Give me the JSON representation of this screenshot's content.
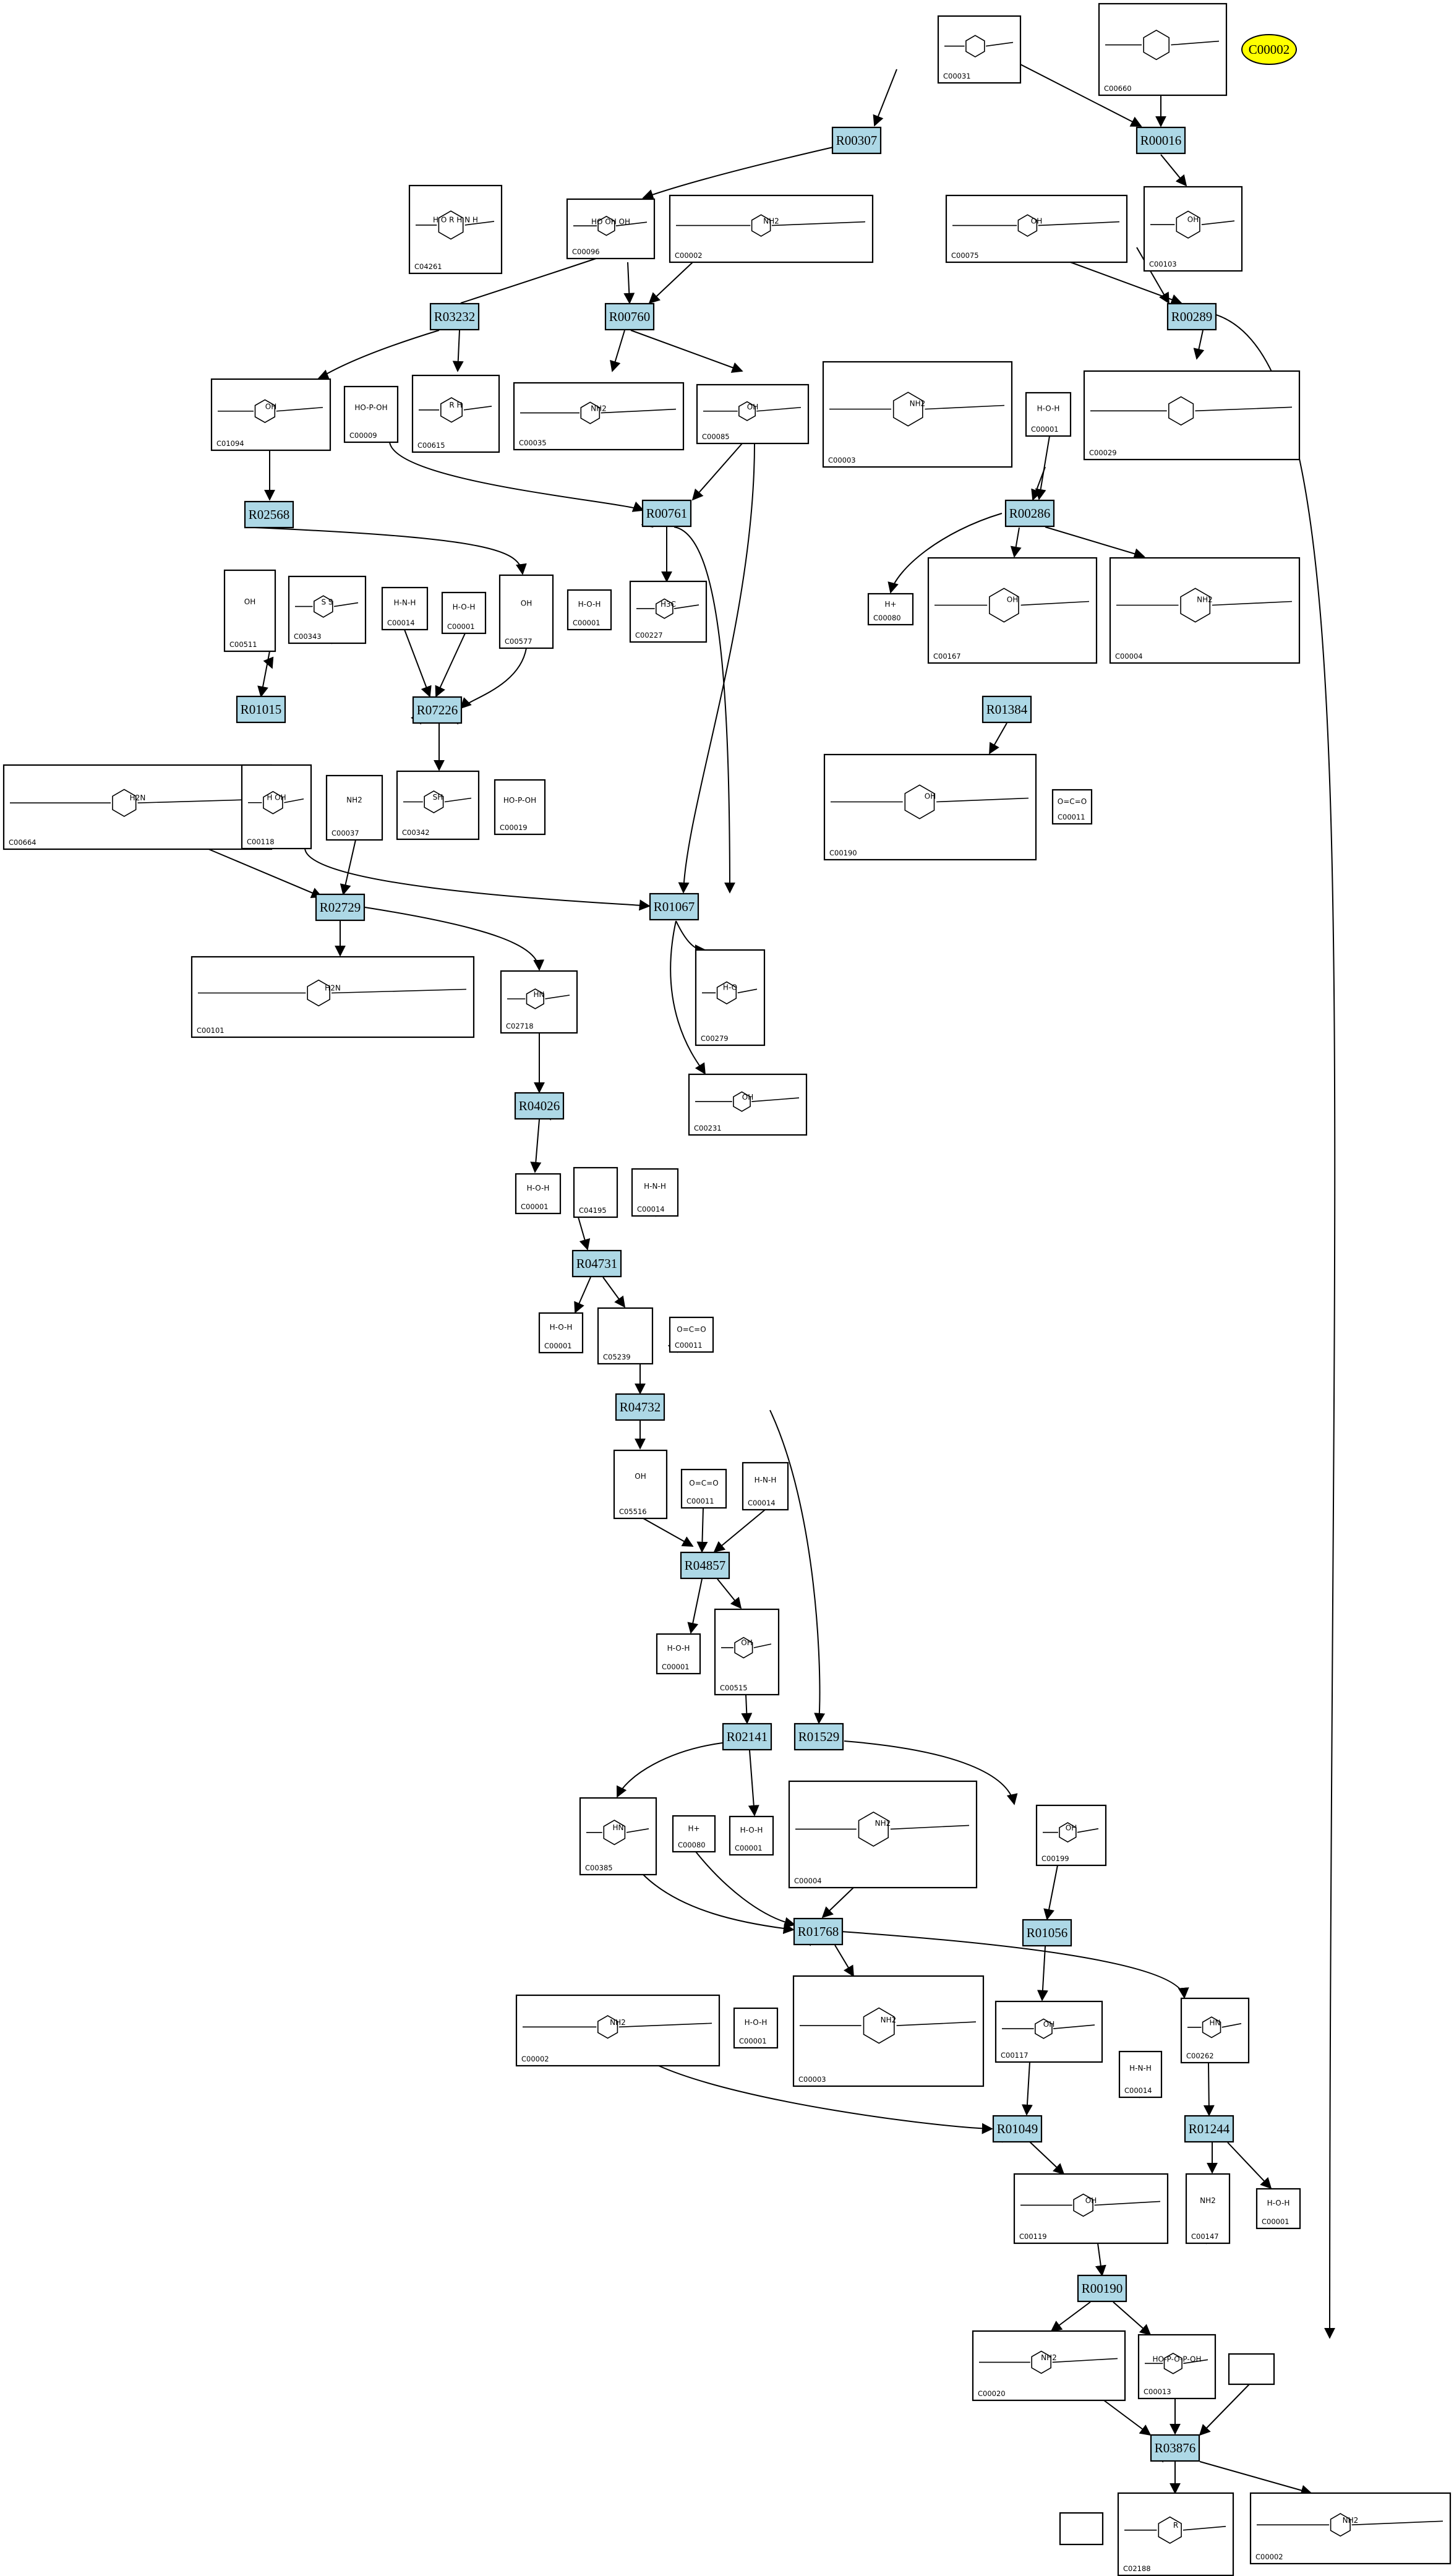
{
  "diagram": {
    "colors": {
      "reaction_fill": "#add8e6",
      "highlight_fill": "#ffff00",
      "line": "#000000"
    },
    "highlight": {
      "label": "C00002"
    },
    "reactions": [
      {
        "label": "R00307"
      },
      {
        "label": "R00016"
      },
      {
        "label": "R03232"
      },
      {
        "label": "R00760"
      },
      {
        "label": "R00289"
      },
      {
        "label": "R00761"
      },
      {
        "label": "R02568"
      },
      {
        "label": "R00286"
      },
      {
        "label": "R07226"
      },
      {
        "label": "R01015"
      },
      {
        "label": "R01384"
      },
      {
        "label": "R02729"
      },
      {
        "label": "R01067"
      },
      {
        "label": "R04026"
      },
      {
        "label": "R04731"
      },
      {
        "label": "R04732"
      },
      {
        "label": "R04857"
      },
      {
        "label": "R02141"
      },
      {
        "label": "R01529"
      },
      {
        "label": "R01768"
      },
      {
        "label": "R01056"
      },
      {
        "label": "R01049"
      },
      {
        "label": "R01244"
      },
      {
        "label": "R00190"
      },
      {
        "label": "R03876"
      }
    ],
    "compounds": [
      {
        "id": "C00031",
        "text": ""
      },
      {
        "id": "C00660",
        "text": ""
      },
      {
        "id": "C04261",
        "text": "H O R H N H"
      },
      {
        "id": "C00096",
        "text": "HO OH OH"
      },
      {
        "id": "C00002",
        "text": "NH2"
      },
      {
        "id": "C00075",
        "text": "OH"
      },
      {
        "id": "C00103",
        "text": "OH"
      },
      {
        "id": "C01094",
        "text": "OH"
      },
      {
        "id": "C00009",
        "text": "HO-P-OH"
      },
      {
        "id": "C00615",
        "text": "R H"
      },
      {
        "id": "C00035",
        "text": "NH2"
      },
      {
        "id": "C00085",
        "text": "OH"
      },
      {
        "id": "C00003",
        "text": "NH2"
      },
      {
        "id": "C00001",
        "text": "H-O-H"
      },
      {
        "id": "C00029",
        "text": ""
      },
      {
        "id": "C00511",
        "text": "OH"
      },
      {
        "id": "C00343",
        "text": "S S"
      },
      {
        "id": "C00014",
        "text": "H-N-H"
      },
      {
        "id": "C00001",
        "text": "H-O-H"
      },
      {
        "id": "C00577",
        "text": "OH"
      },
      {
        "id": "C00001",
        "text": "H-O-H"
      },
      {
        "id": "C00227",
        "text": "H3C"
      },
      {
        "id": "C00080",
        "text": "H+"
      },
      {
        "id": "C00167",
        "text": "OH"
      },
      {
        "id": "C00004",
        "text": "NH2"
      },
      {
        "id": "C00664",
        "text": "H2N"
      },
      {
        "id": "C00118",
        "text": "H OH"
      },
      {
        "id": "C00037",
        "text": "NH2"
      },
      {
        "id": "C00342",
        "text": "SH"
      },
      {
        "id": "C00019",
        "text": "HO-P-OH"
      },
      {
        "id": "C00190",
        "text": "OH"
      },
      {
        "id": "C00011",
        "text": "O=C=O"
      },
      {
        "id": "C00101",
        "text": "H2N"
      },
      {
        "id": "C02718",
        "text": "HN"
      },
      {
        "id": "C00279",
        "text": "H-O"
      },
      {
        "id": "C00231",
        "text": "OH"
      },
      {
        "id": "C00001",
        "text": "H-O-H"
      },
      {
        "id": "C04195",
        "text": ""
      },
      {
        "id": "C00014",
        "text": "H-N-H"
      },
      {
        "id": "C00001",
        "text": "H-O-H"
      },
      {
        "id": "C05239",
        "text": ""
      },
      {
        "id": "C00011",
        "text": "O=C=O"
      },
      {
        "id": "C05516",
        "text": "OH"
      },
      {
        "id": "C00011",
        "text": "O=C=O"
      },
      {
        "id": "C00014",
        "text": "H-N-H"
      },
      {
        "id": "C00001",
        "text": "H-O-H"
      },
      {
        "id": "C00515",
        "text": "OH"
      },
      {
        "id": "C00385",
        "text": "HN"
      },
      {
        "id": "C00080",
        "text": "H+"
      },
      {
        "id": "C00001",
        "text": "H-O-H"
      },
      {
        "id": "C00004",
        "text": "NH2"
      },
      {
        "id": "C00199",
        "text": "OH"
      },
      {
        "id": "C00001",
        "text": "H-O-H"
      },
      {
        "id": "C00003",
        "text": "NH2"
      },
      {
        "id": "C00002",
        "text": "NH2"
      },
      {
        "id": "C00117",
        "text": "OH"
      },
      {
        "id": "C00014",
        "text": "H-N-H"
      },
      {
        "id": "C00262",
        "text": "HN"
      },
      {
        "id": "C00119",
        "text": "OH"
      },
      {
        "id": "C00147",
        "text": "NH2"
      },
      {
        "id": "C00001",
        "text": "H-O-H"
      },
      {
        "id": "C00020",
        "text": "NH2"
      },
      {
        "id": "C00013",
        "text": "HO-P-O-P-OH"
      },
      {
        "id": "",
        "text": ""
      },
      {
        "id": "",
        "text": ""
      },
      {
        "id": "C02188",
        "text": "R"
      },
      {
        "id": "C00002",
        "text": "NH2"
      }
    ]
  }
}
